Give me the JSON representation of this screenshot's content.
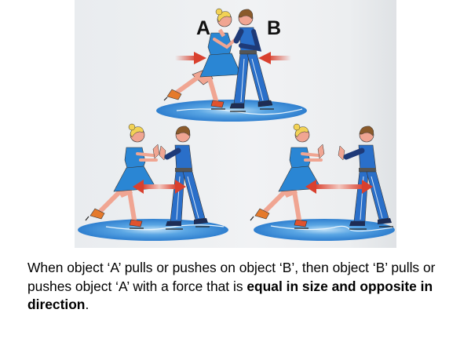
{
  "figure": {
    "label_a": "A",
    "label_b": "B",
    "panels": [
      {
        "id": "top",
        "description": "Skaters A and B holding hands, arrows pointing inward (pulling)"
      },
      {
        "id": "bottom-left",
        "description": "Skaters pushing palms apart, short double-headed arrow"
      },
      {
        "id": "bottom-right",
        "description": "Skaters further apart after push, longer double-headed arrow"
      }
    ],
    "colors": {
      "arrow": "#d9402e",
      "ice": "#3f8fd8",
      "dress": "#2a86d4",
      "suit": "#2a6fc9",
      "sleeve": "#1e3a78",
      "skin": "#f0a592",
      "hair_a": "#f2d255",
      "hair_b": "#8a5a2b"
    }
  },
  "caption": {
    "part1": "When object ‘A’ pulls or pushes on object ‘B’, then object ‘B’ pulls or pushes object ‘A’ with a force that is ",
    "bold": "equal in size and opposite in direction",
    "part2": "."
  }
}
